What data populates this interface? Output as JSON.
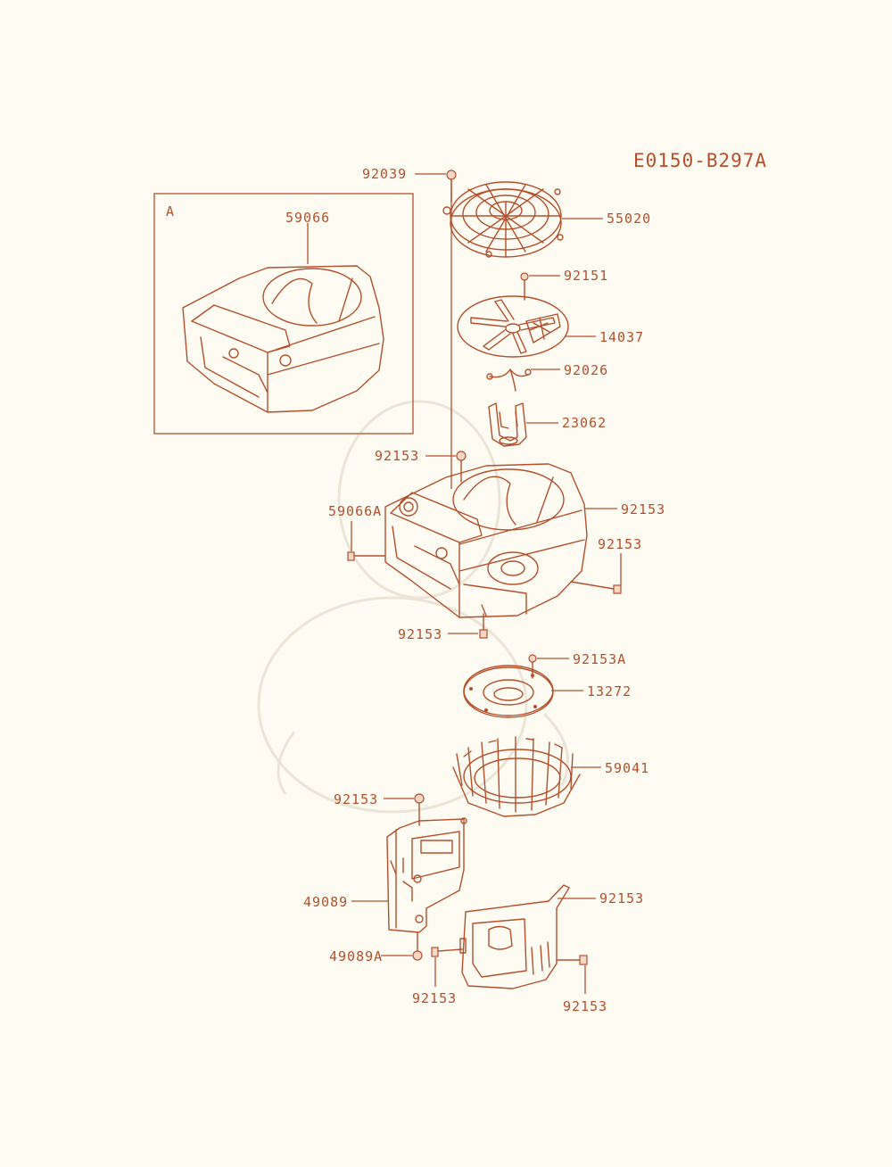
{
  "diagram_code": "E0150-B297A",
  "inset_label": "A",
  "callouts": [
    {
      "id": "c-92039",
      "text": "92039"
    },
    {
      "id": "c-55020",
      "text": "55020"
    },
    {
      "id": "c-59066",
      "text": "59066"
    },
    {
      "id": "c-92151",
      "text": "92151"
    },
    {
      "id": "c-14037",
      "text": "14037"
    },
    {
      "id": "c-92026",
      "text": "92026"
    },
    {
      "id": "c-23062",
      "text": "23062"
    },
    {
      "id": "c-92153-a",
      "text": "92153"
    },
    {
      "id": "c-92153-b",
      "text": "92153"
    },
    {
      "id": "c-59066A",
      "text": "59066A"
    },
    {
      "id": "c-92153-c",
      "text": "92153"
    },
    {
      "id": "c-92153-d",
      "text": "92153"
    },
    {
      "id": "c-92153A",
      "text": "92153A"
    },
    {
      "id": "c-13272",
      "text": "13272"
    },
    {
      "id": "c-59041",
      "text": "59041"
    },
    {
      "id": "c-92153-e",
      "text": "92153"
    },
    {
      "id": "c-49089",
      "text": "49089"
    },
    {
      "id": "c-49089A",
      "text": "49089A"
    },
    {
      "id": "c-92153-f",
      "text": "92153"
    },
    {
      "id": "c-92153-g",
      "text": "92153"
    },
    {
      "id": "c-92153-h",
      "text": "92153"
    }
  ]
}
